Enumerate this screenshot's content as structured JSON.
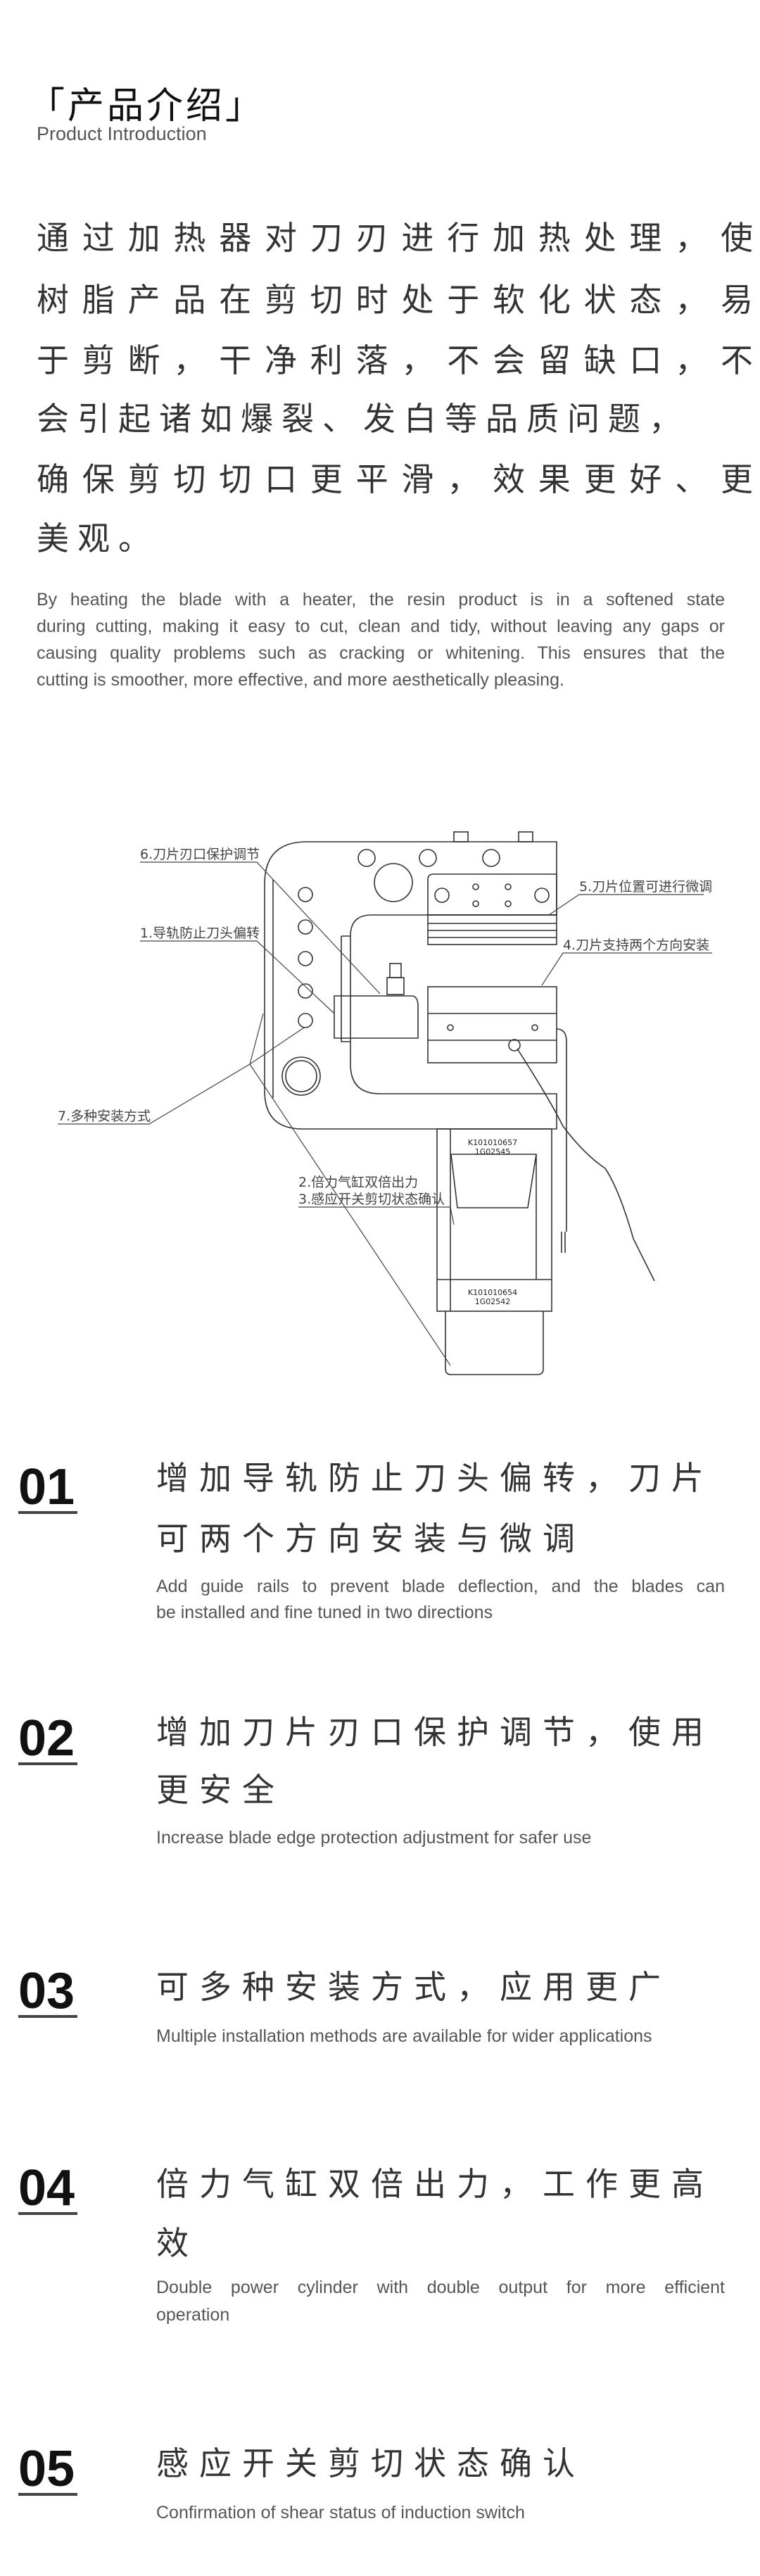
{
  "header": {
    "title": "「产品介绍」",
    "subtitle": "Product Introduction"
  },
  "intro": {
    "cn_lines": [
      "通过加热器对刀刃进行加热处理，使",
      "树脂产品在剪切时处于软化状态，易",
      "于剪断，干净利落，不会留缺口，不",
      "会引起诸如爆裂、发白等品质问题，",
      "确保剪切切口更平滑，效果更好、更",
      "美观。"
    ],
    "en_lines": [
      "By heating the blade with a heater, the resin product is in a softened state",
      "during cutting, making it easy to cut, clean and tidy, without leaving any gaps or",
      "causing quality problems such as cracking or whitening. This ensures that the",
      "cutting is smoother, more effective, and more aesthetically pleasing."
    ]
  },
  "diagram": {
    "labels": {
      "l6": "6.刀片刃口保护调节",
      "l1": "1.导轨防止刀头偏转",
      "l5": "5.刀片位置可进行微调",
      "l4": "4.刀片支持两个方向安装",
      "l7": "7.多种安装方式",
      "l2": "2.倍力气缸双倍出力",
      "l3": "3.感应开关剪切状态确认"
    },
    "tags": {
      "upper_1": "K101010657",
      "upper_2": "1G02545",
      "lower_1": "K101010654",
      "lower_2": "1G02542"
    }
  },
  "features": [
    {
      "number": "01",
      "title_lines": [
        "增加导轨防止刀头偏转，刀片",
        "可两个方向安装与微调"
      ],
      "en_lines": [
        "Add guide rails to prevent blade deflection, and the blades can",
        "be installed and fine tuned in two directions"
      ]
    },
    {
      "number": "02",
      "title_lines": [
        "增加刀片刃口保护调节，使用",
        "更安全"
      ],
      "en_lines": [
        "Increase blade edge protection adjustment for safer use"
      ]
    },
    {
      "number": "03",
      "title_lines": [
        "可多种安装方式，应用更广"
      ],
      "en_lines": [
        "Multiple installation methods are available for wider applications"
      ]
    },
    {
      "number": "04",
      "title_lines": [
        "倍力气缸双倍出力，工作更高",
        "效"
      ],
      "en_lines": [
        "Double power cylinder with double output for more efficient",
        "operation"
      ]
    },
    {
      "number": "05",
      "title_lines": [
        "感应开关剪切状态确认"
      ],
      "en_lines": [
        "Confirmation of shear status of induction switch"
      ]
    }
  ]
}
